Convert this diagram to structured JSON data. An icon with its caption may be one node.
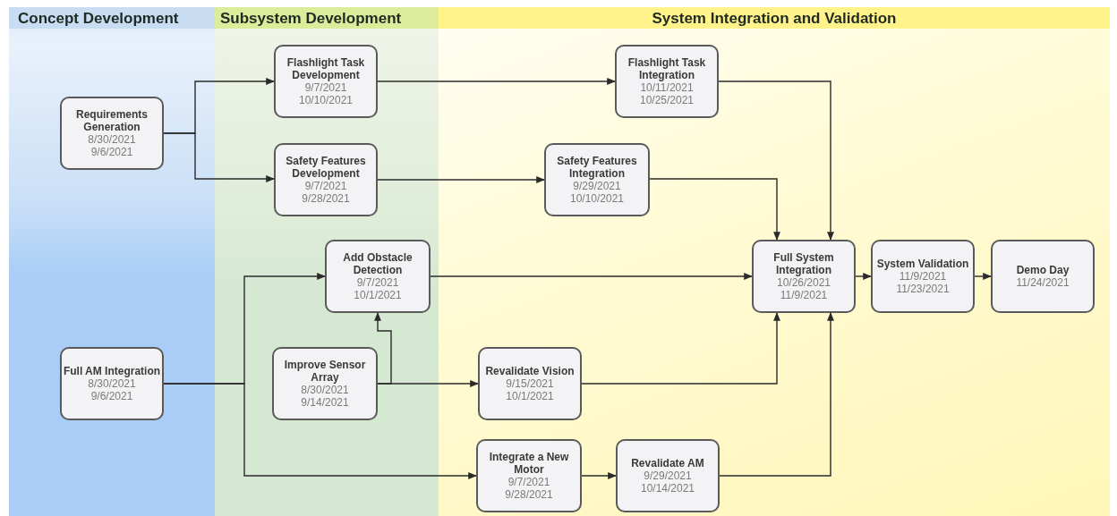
{
  "diagram": {
    "nodes": [
      {
        "text": [
          "Concept Development"
        ]
      },
      {
        "text": [
          "Subsystem Development"
        ]
      },
      {
        "text": [
          "System Integration and Validation"
        ]
      },
      {
        "text": [
          "Requirements Generation",
          "8/30/2021",
          "9/6/2021"
        ],
        "in": 0
      },
      {
        "text": [
          "Flashlight Task Development",
          "9/7/2021",
          "10/10/2021"
        ],
        "in": 1
      },
      {
        "text": [
          "Safety Features Development",
          "9/7/2021",
          "9/28/2021"
        ],
        "in": 1
      },
      {
        "text": [
          "Full AM Integration",
          "8/30/2021",
          "9/6/2021"
        ],
        "in": 0
      },
      {
        "text": [
          "Add Obstacle Detection",
          "9/7/2021",
          "10/1/2021"
        ],
        "in": 1
      },
      {
        "text": [
          "Improve Sensor Array",
          "8/30/2021",
          "9/14/2021"
        ],
        "in": 1
      },
      {
        "text": [
          "Flashlight Task Integration",
          "10/11/2021",
          "10/25/2021"
        ],
        "in": 2
      },
      {
        "text": [
          "Safety Features Integration",
          "9/29/2021",
          "10/10/2021"
        ],
        "in": 2
      },
      {
        "text": [
          "Revalidate Vision",
          "9/15/2021",
          "10/1/2021"
        ],
        "in": 2
      },
      {
        "text": [
          "Integrate a New Motor",
          "9/7/2021",
          "9/28/2021"
        ],
        "in": 2
      },
      {
        "text": [
          "Revalidate AM",
          "9/29/2021",
          "10/14/2021"
        ],
        "in": 2
      },
      {
        "text": [
          "Full System Integration",
          "10/26/2021",
          "11/9/2021"
        ],
        "in": 2
      },
      {
        "text": [
          "System Validation",
          "11/9/2021",
          "11/23/2021"
        ],
        "in": 2
      },
      {
        "text": [
          "Demo Day",
          "11/24/2021"
        ],
        "in": 2
      }
    ],
    "edges": [
      {
        "from": 3,
        "to": 4,
        "arrow": "to"
      },
      {
        "from": 3,
        "to": 5,
        "arrow": "to"
      },
      {
        "from": 4,
        "to": 9,
        "arrow": "to"
      },
      {
        "from": 5,
        "to": 10,
        "arrow": "to"
      },
      {
        "from": 9,
        "to": 14,
        "arrow": "to"
      },
      {
        "from": 10,
        "to": 14,
        "arrow": "to"
      },
      {
        "from": 7,
        "to": 14,
        "arrow": "to"
      },
      {
        "from": 14,
        "to": 15,
        "arrow": "to"
      },
      {
        "from": 15,
        "to": 16,
        "arrow": "to"
      },
      {
        "from": 6,
        "to": 7,
        "arrow": "to"
      },
      {
        "from": 6,
        "to": 12,
        "arrow": "to"
      },
      {
        "from": 8,
        "to": 7,
        "arrow": "to"
      },
      {
        "from": 8,
        "to": 11,
        "arrow": "to"
      },
      {
        "from": 11,
        "to": 14,
        "arrow": "to"
      },
      {
        "from": 12,
        "to": 13,
        "arrow": "to"
      },
      {
        "from": 13,
        "to": 14,
        "arrow": "to"
      }
    ]
  }
}
